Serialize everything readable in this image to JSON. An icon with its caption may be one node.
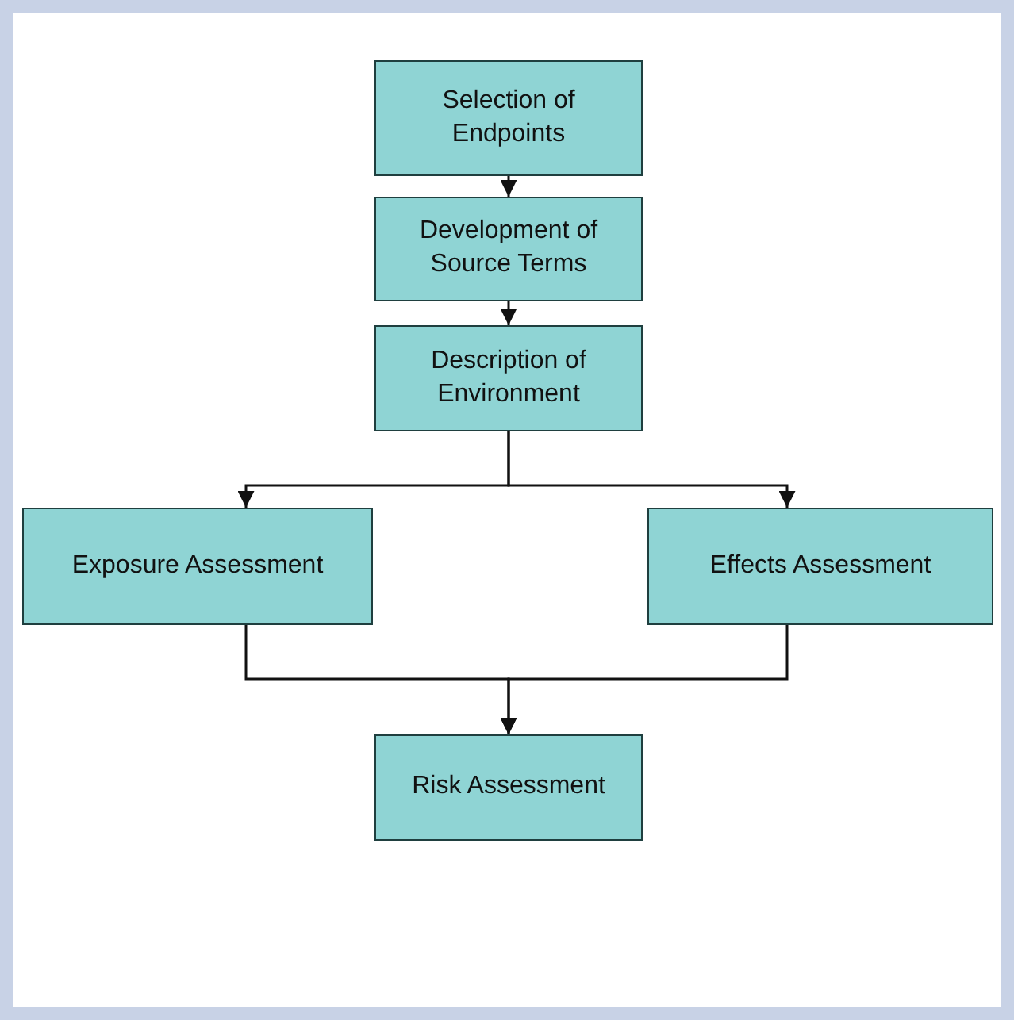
{
  "diagram": {
    "nodes": [
      {
        "text": [
          "Selection of Endpoints"
        ]
      },
      {
        "text": [
          "Development of Source Terms"
        ]
      },
      {
        "text": [
          "Description of Environment"
        ]
      },
      {
        "text": [
          "Exposure Assessment"
        ]
      },
      {
        "text": [
          "Effects Assessment"
        ]
      },
      {
        "text": [
          "Risk Assessment"
        ]
      }
    ],
    "edges": [
      {
        "from": 0,
        "to": 1,
        "arrow": "to"
      },
      {
        "from": 1,
        "to": 2,
        "arrow": "to"
      },
      {
        "from": 2,
        "to": 3,
        "arrow": "to"
      },
      {
        "from": 2,
        "to": 4,
        "arrow": "to"
      },
      {
        "from": 3,
        "to": 5,
        "arrow": "to"
      },
      {
        "from": 4,
        "to": 5,
        "arrow": "to"
      }
    ]
  }
}
